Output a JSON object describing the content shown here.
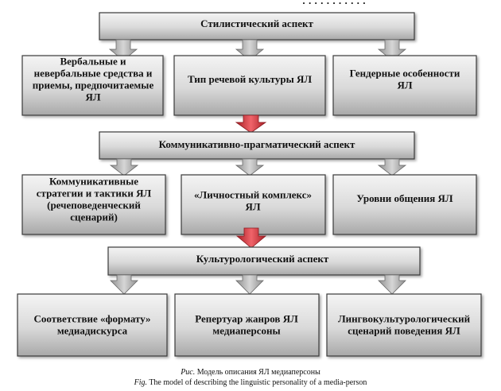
{
  "header_fragment": "· · · · · · · · · · ·",
  "levels": [
    {
      "title": [
        "Стилистический аспект"
      ],
      "items": [
        {
          "lines": [
            "Вербальные и",
            "невербальные средства и",
            "приемы, предпочитаемые",
            "ЯЛ"
          ]
        },
        {
          "lines": [
            "Тип речевой культуры ЯЛ"
          ]
        },
        {
          "lines": [
            "Гендерные особенности",
            "ЯЛ"
          ]
        }
      ]
    },
    {
      "title": [
        "Коммуникативно-прагматический аспект"
      ],
      "items": [
        {
          "lines": [
            "Коммуникативные",
            "стратегии и тактики ЯЛ",
            "(речеповеденческий",
            "сценарий)"
          ]
        },
        {
          "lines": [
            "«Личностный комплекс»",
            "ЯЛ"
          ]
        },
        {
          "lines": [
            "Уровни общения ЯЛ"
          ]
        }
      ]
    },
    {
      "title": [
        "Культурологический аспект"
      ],
      "items": [
        {
          "lines": [
            "Соответствие «формату»",
            "медиадискурса"
          ]
        },
        {
          "lines": [
            "Репертуар жанров ЯЛ",
            "медиаперсоны"
          ]
        },
        {
          "lines": [
            "Лингвокультурологический",
            "сценарий поведения ЯЛ"
          ]
        }
      ]
    }
  ],
  "caption": {
    "ru_label": "Рис.",
    "ru_text": "Модель описания ЯЛ медиаперсоны",
    "en_label": "Fig.",
    "en_text": "The model of describing the linguistic personality of a media-person"
  },
  "colors": {
    "box_light": "#f2f2f2",
    "box_dark": "#aaaaaa",
    "border": "#3a3a3a",
    "arrow_gray": "#bdbdbd",
    "arrow_red": "#d9343a"
  }
}
